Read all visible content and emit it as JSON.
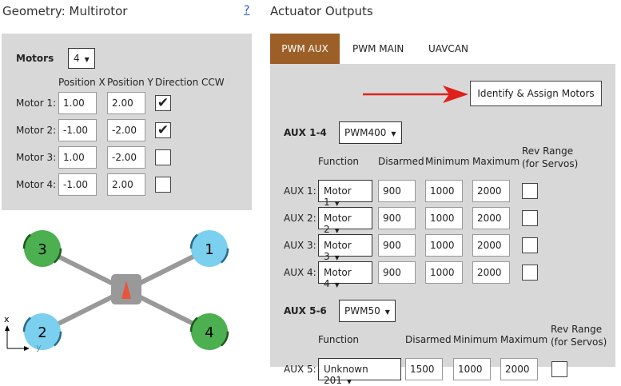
{
  "geometry": {
    "title": "Geometry: Multirotor",
    "help": "?",
    "motors_label": "Motors",
    "motors_value": "4",
    "headers": [
      "Position X",
      "Position Y",
      "Direction CCW"
    ],
    "rows": [
      {
        "label": "Motor 1:",
        "x": "1.00",
        "y": "2.00",
        "ccw": true
      },
      {
        "label": "Motor 2:",
        "x": "-1.00",
        "y": "-2.00",
        "ccw": true
      },
      {
        "label": "Motor 3:",
        "x": "1.00",
        "y": "-2.00",
        "ccw": false
      },
      {
        "label": "Motor 4:",
        "x": "-1.00",
        "y": "2.00",
        "ccw": false
      }
    ],
    "diagram": {
      "motors": [
        "1",
        "2",
        "3",
        "4"
      ],
      "axis_x": "x",
      "axis_y": "y",
      "colors": {
        "ccw": "#7ad0ee",
        "cw": "#4caf50",
        "heading": "#e8553f",
        "frame": "#999999"
      }
    }
  },
  "actuators": {
    "title": "Actuator Outputs",
    "tabs": [
      "PWM AUX",
      "PWM MAIN",
      "UAVCAN"
    ],
    "active_tab": "PWM AUX",
    "accent": "#9c5f28",
    "identify_button": "Identify & Assign Motors",
    "group1": {
      "label": "AUX 1-4",
      "rate": "PWM400",
      "headers": [
        "Function",
        "Disarmed",
        "Minimum",
        "Maximum",
        "Rev Range",
        "(for Servos)"
      ],
      "rows": [
        {
          "label": "AUX 1:",
          "function": "Motor 1",
          "disarmed": "900",
          "min": "1000",
          "max": "2000"
        },
        {
          "label": "AUX 2:",
          "function": "Motor 2",
          "disarmed": "900",
          "min": "1000",
          "max": "2000"
        },
        {
          "label": "AUX 3:",
          "function": "Motor 3",
          "disarmed": "900",
          "min": "1000",
          "max": "2000"
        },
        {
          "label": "AUX 4:",
          "function": "Motor 4",
          "disarmed": "900",
          "min": "1000",
          "max": "2000"
        }
      ]
    },
    "group2": {
      "label": "AUX 5-6",
      "rate": "PWM50",
      "headers": [
        "Function",
        "Disarmed",
        "Minimum",
        "Maximum",
        "Rev Range",
        "(for Servos)"
      ],
      "rows": [
        {
          "label": "AUX 5:",
          "function": "Unknown 201",
          "disarmed": "1500",
          "min": "1000",
          "max": "2000"
        }
      ]
    }
  }
}
